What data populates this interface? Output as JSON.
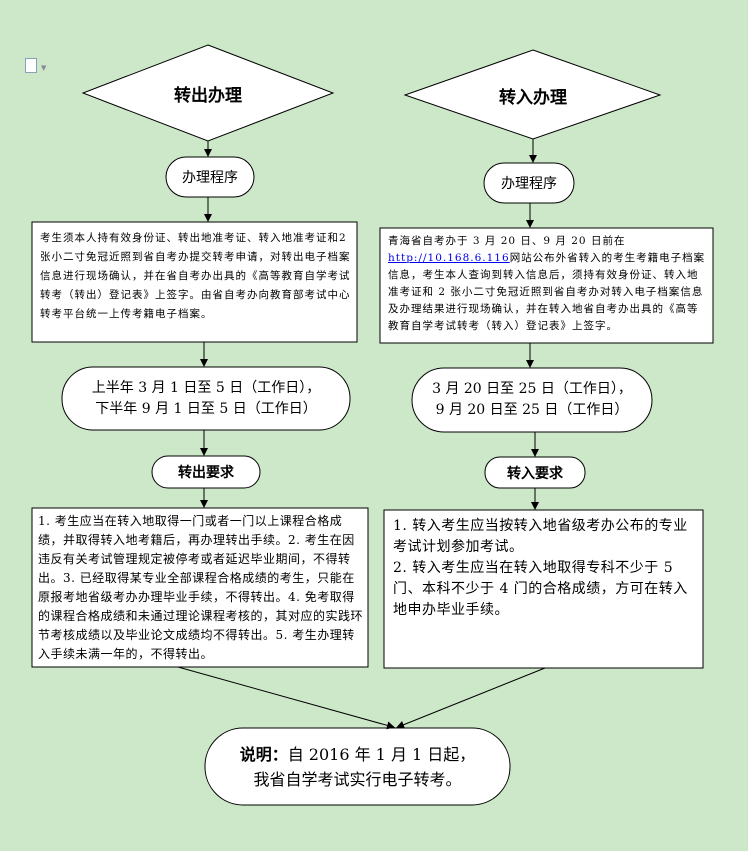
{
  "left": {
    "title": "转出办理",
    "procedure": "办理程序",
    "description": "考生须本人持有效身份证、转出地准考证、转入地准考证和2张小二寸免冠近照到省自考办提交转考申请，对转出电子档案信息进行现场确认，并在省自考办出具的《高等教育自学考试转考（转出）登记表》上签字。由省自考办向教育部考试中心转考平台统一上传考籍电子档案。",
    "dates": [
      "上半年 3 月 1 日至 5 日（工作日），",
      "下半年 9 月 1 日至 5 日（工作日）"
    ],
    "requirements_title": "转出要求",
    "requirements": "1. 考生应当在转入地取得一门或者一门以上课程合格成绩，并取得转入地考籍后，再办理转出手续。2. 考生在因违反有关考试管理规定被停考或者延迟毕业期间，不得转出。3. 已经取得某专业全部课程合格成绩的考生，只能在原报考地省级考办办理毕业手续，不得转出。4. 免考取得的课程合格成绩和未通过理论课程考核的，其对应的实践环节考核成绩以及毕业论文成绩均不得转出。5. 考生办理转入手续未满一年的，不得转出。"
  },
  "right": {
    "title": "转入办理",
    "procedure": "办理程序",
    "description_pre": "青海省自考办于 3 月 20 日、9 月 20 日前在",
    "link": "http://10.168.6.116",
    "description_post": "网站公布外省转入的考生考籍电子档案信息，考生本人查询到转入信息后，须持有效身份证、转入地准考证和 2 张小二寸免冠近照到省自考办对转入电子档案信息及办理结果进行现场确认，并在转入地省自考办出具的《高等教育自学考试转考（转入）登记表》上签字。",
    "dates": [
      "3 月 20 日至 25 日（工作日），",
      "9 月 20 日至 25 日（工作日）"
    ],
    "requirements_title": "转入要求",
    "requirements": [
      "1. 转入考生应当按转入地省级考办公布的专业考试计划参加考试。",
      "2. 转入考生应当在转入地取得专科不少于 5 门、本科不少于 4 门的合格成绩，方可在转入地申办毕业手续。"
    ]
  },
  "note": {
    "label": "说明：",
    "line1": "自 2016 年 1 月 1 日起，",
    "line2": "我省自学考试实行电子转考。"
  },
  "colors": {
    "background": "#cde8c9",
    "shape_fill": "#ffffff",
    "stroke": "#000000",
    "link": "#0000ee"
  },
  "icons": [
    "document-icon",
    "dropdown-caret-icon"
  ]
}
